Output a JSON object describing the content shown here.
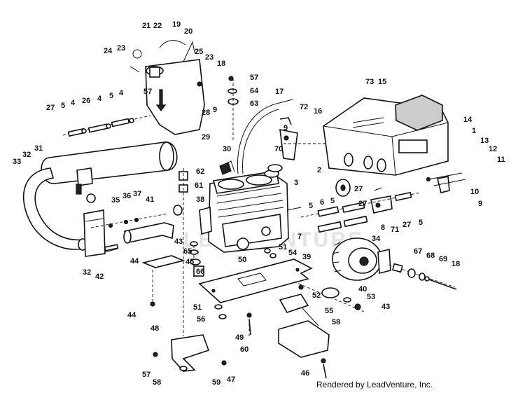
{
  "credit": "Rendered by LeadVenture, Inc.",
  "watermark": "LEADVENTURE",
  "callouts": [
    {
      "id": "c21",
      "text": "21"
    },
    {
      "id": "c22",
      "text": "22"
    },
    {
      "id": "c19",
      "text": "19"
    },
    {
      "id": "c20",
      "text": "20"
    },
    {
      "id": "c24",
      "text": "24"
    },
    {
      "id": "c23a",
      "text": "23"
    },
    {
      "id": "c25",
      "text": "25"
    },
    {
      "id": "c23b",
      "text": "23"
    },
    {
      "id": "c18a",
      "text": "18"
    },
    {
      "id": "c57a",
      "text": "57"
    },
    {
      "id": "c64",
      "text": "64"
    },
    {
      "id": "c63",
      "text": "63"
    },
    {
      "id": "c73",
      "text": "73"
    },
    {
      "id": "c15",
      "text": "15"
    },
    {
      "id": "c57b",
      "text": "57"
    },
    {
      "id": "c17",
      "text": "17"
    },
    {
      "id": "c72",
      "text": "72"
    },
    {
      "id": "c16",
      "text": "16"
    },
    {
      "id": "c14",
      "text": "14"
    },
    {
      "id": "c1",
      "text": "1"
    },
    {
      "id": "c27a",
      "text": "27"
    },
    {
      "id": "c5a",
      "text": "5"
    },
    {
      "id": "c4a",
      "text": "4"
    },
    {
      "id": "c26",
      "text": "26"
    },
    {
      "id": "c4b",
      "text": "4"
    },
    {
      "id": "c5b",
      "text": "5"
    },
    {
      "id": "c4c",
      "text": "4"
    },
    {
      "id": "c28",
      "text": "28"
    },
    {
      "id": "c9a",
      "text": "9"
    },
    {
      "id": "c29",
      "text": "29"
    },
    {
      "id": "c9b",
      "text": "9"
    },
    {
      "id": "c70",
      "text": "70"
    },
    {
      "id": "c13",
      "text": "13"
    },
    {
      "id": "c12",
      "text": "12"
    },
    {
      "id": "c11",
      "text": "11"
    },
    {
      "id": "c32a",
      "text": "32"
    },
    {
      "id": "c31",
      "text": "31"
    },
    {
      "id": "c33",
      "text": "33"
    },
    {
      "id": "c30",
      "text": "30"
    },
    {
      "id": "c62",
      "text": "62"
    },
    {
      "id": "c2",
      "text": "2"
    },
    {
      "id": "c3",
      "text": "3"
    },
    {
      "id": "c61",
      "text": "61"
    },
    {
      "id": "c27b",
      "text": "27"
    },
    {
      "id": "c10",
      "text": "10"
    },
    {
      "id": "c9c",
      "text": "9"
    },
    {
      "id": "c35",
      "text": "35"
    },
    {
      "id": "c36",
      "text": "36"
    },
    {
      "id": "c37",
      "text": "37"
    },
    {
      "id": "c41",
      "text": "41"
    },
    {
      "id": "c38",
      "text": "38"
    },
    {
      "id": "c5c",
      "text": "5"
    },
    {
      "id": "c6",
      "text": "6"
    },
    {
      "id": "c5d",
      "text": "5"
    },
    {
      "id": "c27c",
      "text": "27"
    },
    {
      "id": "c5e",
      "text": "5"
    },
    {
      "id": "c8",
      "text": "8"
    },
    {
      "id": "c71",
      "text": "71"
    },
    {
      "id": "c27d",
      "text": "27"
    },
    {
      "id": "c7",
      "text": "7"
    },
    {
      "id": "c34",
      "text": "34"
    },
    {
      "id": "c32b",
      "text": "32"
    },
    {
      "id": "c42",
      "text": "42"
    },
    {
      "id": "c43a",
      "text": "43"
    },
    {
      "id": "c65",
      "text": "65"
    },
    {
      "id": "c50",
      "text": "50"
    },
    {
      "id": "c51a",
      "text": "51"
    },
    {
      "id": "c54",
      "text": "54"
    },
    {
      "id": "c39",
      "text": "39"
    },
    {
      "id": "c44a",
      "text": "44"
    },
    {
      "id": "c45",
      "text": "45"
    },
    {
      "id": "c66",
      "text": "66"
    },
    {
      "id": "c67",
      "text": "67"
    },
    {
      "id": "c68",
      "text": "68"
    },
    {
      "id": "c69",
      "text": "69"
    },
    {
      "id": "c18b",
      "text": "18"
    },
    {
      "id": "c52",
      "text": "52"
    },
    {
      "id": "c40",
      "text": "40"
    },
    {
      "id": "c44b",
      "text": "44"
    },
    {
      "id": "c51b",
      "text": "51"
    },
    {
      "id": "c53",
      "text": "53"
    },
    {
      "id": "c43b",
      "text": "43"
    },
    {
      "id": "c56",
      "text": "56"
    },
    {
      "id": "c55",
      "text": "55"
    },
    {
      "id": "c58a",
      "text": "58"
    },
    {
      "id": "c48",
      "text": "48"
    },
    {
      "id": "c49",
      "text": "49"
    },
    {
      "id": "c60",
      "text": "60"
    },
    {
      "id": "c57c",
      "text": "57"
    },
    {
      "id": "c58b",
      "text": "58"
    },
    {
      "id": "c59",
      "text": "59"
    },
    {
      "id": "c47",
      "text": "47"
    },
    {
      "id": "c46",
      "text": "46"
    }
  ]
}
